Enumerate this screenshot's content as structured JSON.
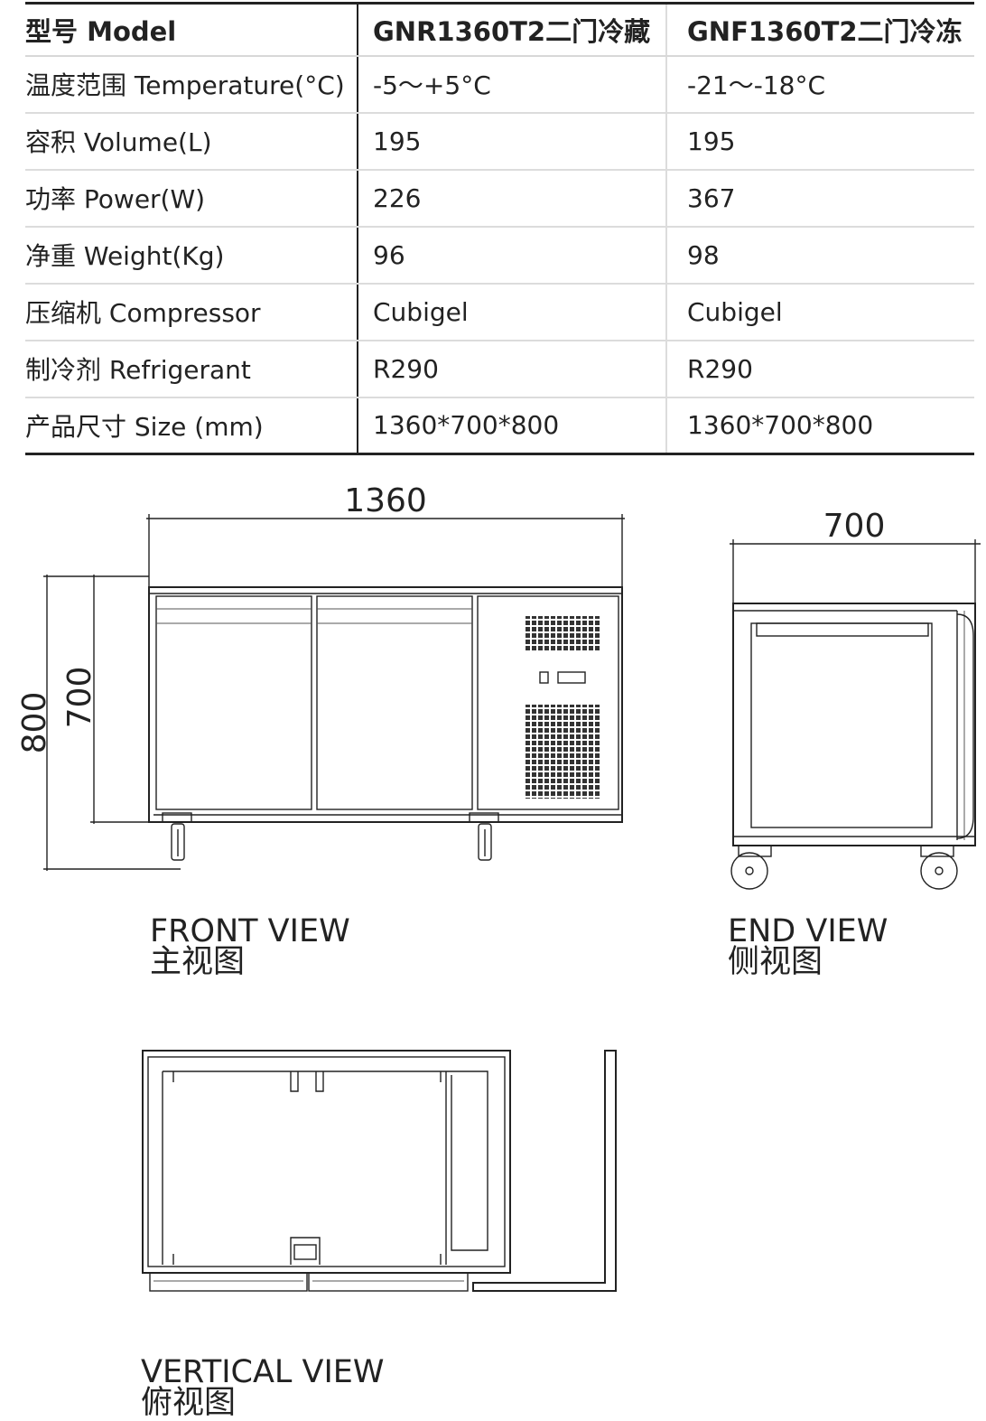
{
  "spec_table": {
    "header": [
      "型号 Model",
      "GNR1360T2二门冷藏",
      "GNF1360T2二门冷冻"
    ],
    "rows": [
      [
        "温度范围 Temperature(°C)",
        "-5～+5°C",
        "-21～-18°C"
      ],
      [
        "容积 Volume(L)",
        "195",
        "195"
      ],
      [
        "功率 Power(W)",
        "226",
        "367"
      ],
      [
        "净重 Weight(Kg)",
        "96",
        "98"
      ],
      [
        "压缩机 Compressor",
        "Cubigel",
        "Cubigel"
      ],
      [
        "制冷剂 Refrigerant",
        "R290",
        "R290"
      ],
      [
        "产品尺寸 Size (mm)",
        "1360*700*800",
        "1360*700*800"
      ]
    ]
  },
  "front_view": {
    "width_label": "1360",
    "height_total_label": "800",
    "height_body_label": "700",
    "caption_en": "FRONT VIEW",
    "caption_zh": "主视图"
  },
  "end_view": {
    "depth_label": "700",
    "caption_en": "END VIEW",
    "caption_zh": "侧视图"
  },
  "vertical_view": {
    "caption_en": "VERTICAL VIEW",
    "caption_zh": "俯视图"
  }
}
